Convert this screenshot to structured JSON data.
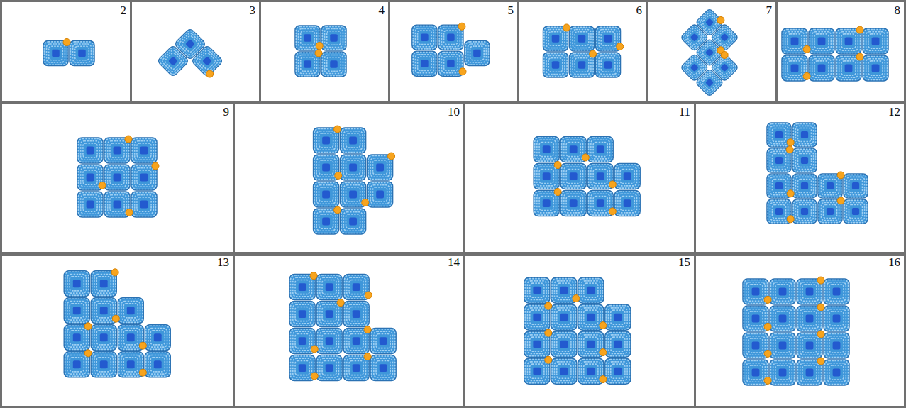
{
  "diagram": {
    "nodes": [
      {
        "text": [
          "2"
        ]
      },
      {
        "text": [
          "3"
        ]
      },
      {
        "text": [
          "4"
        ]
      },
      {
        "text": [
          "5"
        ]
      },
      {
        "text": [
          "6"
        ]
      },
      {
        "text": [
          "7"
        ]
      },
      {
        "text": [
          "8"
        ]
      },
      {
        "text": [
          "9"
        ]
      },
      {
        "text": [
          "10"
        ]
      },
      {
        "text": [
          "11"
        ]
      },
      {
        "text": [
          "12"
        ]
      },
      {
        "text": [
          "13"
        ]
      },
      {
        "text": [
          "14"
        ]
      },
      {
        "text": [
          "15"
        ]
      },
      {
        "text": [
          "16"
        ]
      }
    ]
  }
}
